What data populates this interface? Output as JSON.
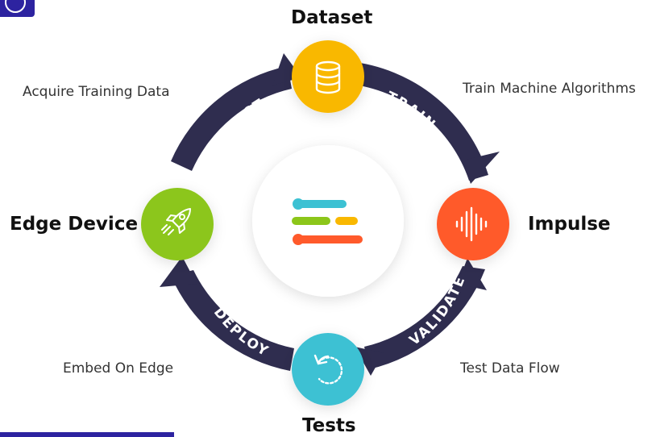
{
  "nodes": {
    "dataset": {
      "label": "Dataset",
      "color": "#f9b800",
      "icon": "database-icon"
    },
    "impulse": {
      "label": "Impulse",
      "color": "#ff5a2b",
      "icon": "sound-wave-icon"
    },
    "tests": {
      "label": "Tests",
      "color": "#3cc1d3",
      "icon": "refresh-icon"
    },
    "edge_device": {
      "label": "Edge Device",
      "color": "#8cc61a",
      "icon": "rocket-icon"
    }
  },
  "arrows": {
    "collect": "COLLECT",
    "train": "TRAIN",
    "validate": "VALIDATE",
    "deploy": "DEPLOY"
  },
  "descriptions": {
    "acquire": "Acquire Training Data",
    "train_algorithms": "Train Machine Algorithms",
    "test_flow": "Test Data Flow",
    "embed": "Embed On Edge"
  },
  "center_logo": {
    "icon": "edge-impulse-logo-icon",
    "colors": [
      "#3cc1d3",
      "#8cc61a",
      "#f9b800",
      "#ff5a2b"
    ]
  },
  "arrow_color": "#2f2d4f"
}
